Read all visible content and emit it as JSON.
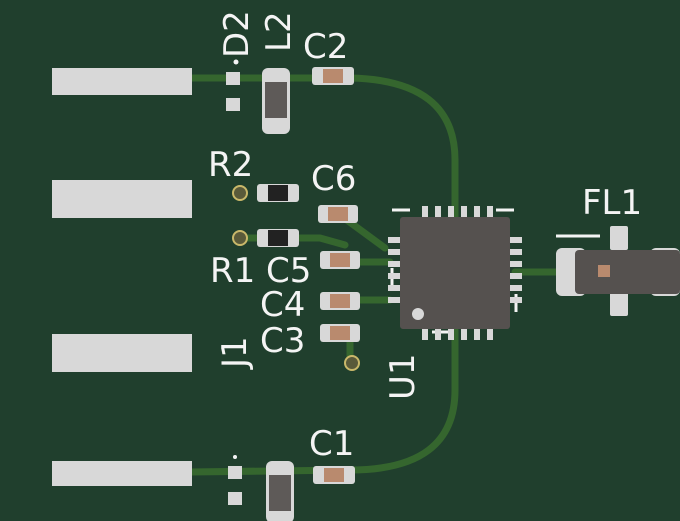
{
  "board": {
    "background_color": "#203f2d",
    "trace_color": "#35662e",
    "silkscreen_color": "#f4f4f4",
    "pad_color": "#d8d8d8",
    "ic_body_color": "#55514f",
    "component_body_color": "#b98a6e"
  },
  "labels": {
    "d2": "D2",
    "l2": "L2",
    "c2": "C2",
    "r2": "R2",
    "c6": "C6",
    "r1": "R1",
    "c5": "C5",
    "c4": "C4",
    "c3": "C3",
    "j1": "J1",
    "u1": "U1",
    "c1": "C1",
    "fl1": "FL1"
  }
}
